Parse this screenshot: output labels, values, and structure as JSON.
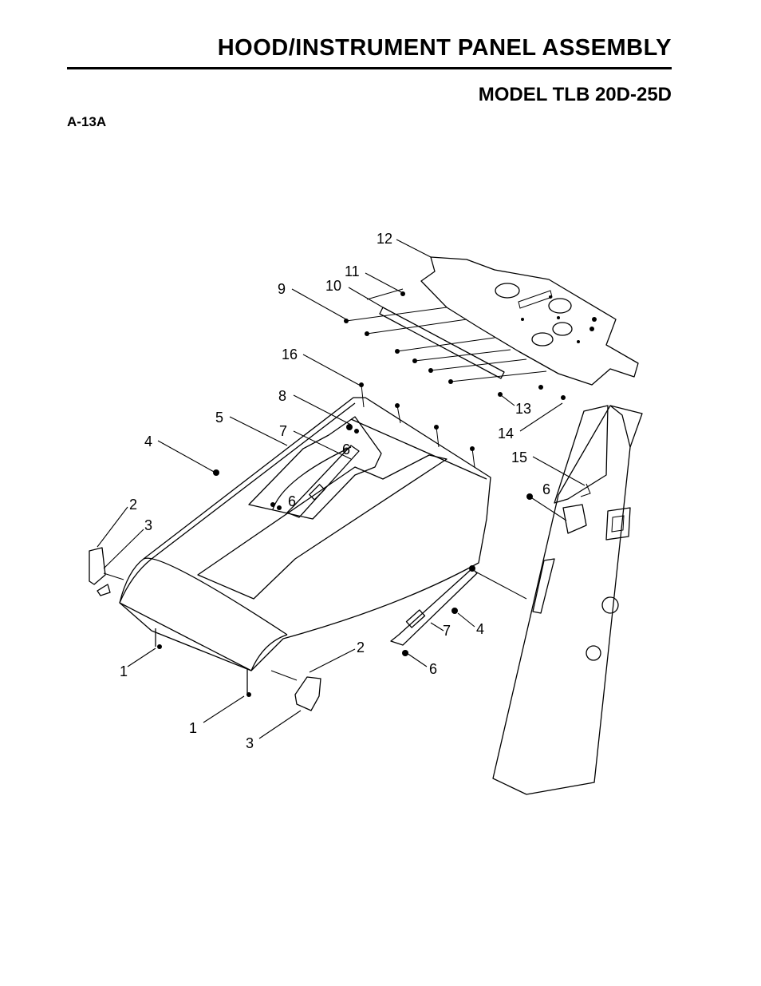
{
  "header": {
    "title": "HOOD/INSTRUMENT PANEL ASSEMBLY",
    "model": "MODEL TLB 20D-25D",
    "figure_ref": "A-13A"
  },
  "callouts": {
    "c1a": "1",
    "c1b": "1",
    "c2a": "2",
    "c2b": "2",
    "c3a": "3",
    "c3b": "3",
    "c4a": "4",
    "c4b": "4",
    "c5": "5",
    "c6a": "6",
    "c6b": "6",
    "c6c": "6",
    "c6d": "6",
    "c7a": "7",
    "c7b": "7",
    "c8": "8",
    "c9": "9",
    "c10": "10",
    "c11": "11",
    "c12": "12",
    "c13": "13",
    "c14": "14",
    "c15": "15",
    "c16": "16"
  }
}
